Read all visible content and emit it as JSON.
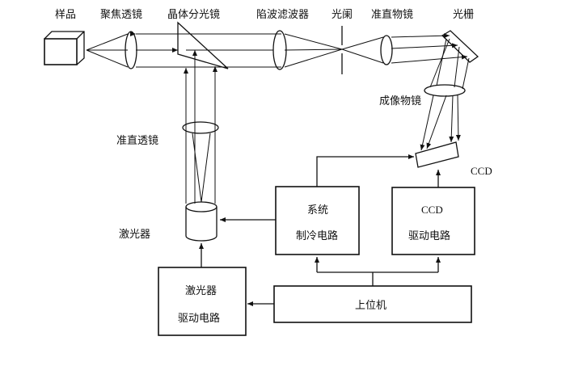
{
  "labels": {
    "sample": "样品",
    "focusing_lens": "聚焦透镜",
    "crystal_beamsplitter": "晶体分光镜",
    "notch_filter": "陷波滤波器",
    "slit": "光阑",
    "collimating_objective": "准直物镜",
    "grating": "光栅",
    "imaging_objective": "成像物镜",
    "collimating_lens": "准直透镜",
    "laser": "激光器",
    "ccd": "CCD"
  },
  "boxes": {
    "cooling_line1": "系统",
    "cooling_line2": "制冷电路",
    "ccd_driver_line1": "CCD",
    "ccd_driver_line2": "驱动电路",
    "laser_driver_line1": "激光器",
    "laser_driver_line2": "驱动电路",
    "host_computer": "上位机"
  }
}
